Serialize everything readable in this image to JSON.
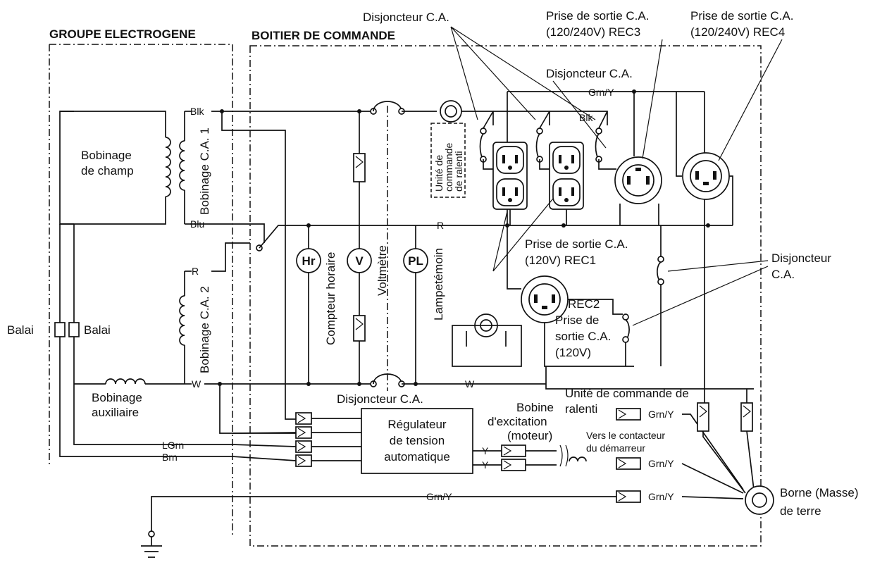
{
  "sections": {
    "generator": "GROUPE ELECTROGENE",
    "control_box": "BOITIER DE COMMANDE"
  },
  "components": {
    "field_winding_line1": "Bobinage",
    "field_winding_line2": "de champ",
    "ac_winding_1": "Bobinage C.A. 1",
    "ac_winding_2": "Bobinage C.A. 2",
    "aux_winding_line1": "Bobinage",
    "aux_winding_line2": "auxiliaire",
    "brush_left": "Balai",
    "brush_right": "Balai",
    "hour_meter_symbol": "Hr",
    "hour_meter_label": "Compteur horaire",
    "voltmeter_symbol": "V",
    "voltmeter_label": "Voltmètre",
    "pilot_lamp_symbol": "PL",
    "pilot_lamp_label": "Lampetémoin",
    "idle_unit_line1": "Unité de",
    "idle_unit_line2": "commande",
    "idle_unit_line3": "de ralenti",
    "regulator_line1": "Régulateur",
    "regulator_line2": "de tension",
    "regulator_line3": "automatique",
    "excitation_line1": "Bobine",
    "excitation_line2": "d'excitation",
    "excitation_line3": "(moteur)",
    "idle_unit_bottom_line1": "Unité de commande de",
    "idle_unit_bottom_line2": "ralenti",
    "starter_line1": "Vers le contacteur",
    "starter_line2": "du démarreur",
    "ground_line1": "Borne (Masse)",
    "ground_line2": "de terre"
  },
  "breakers": {
    "top_line1": "Disjoncteur C.A.",
    "mid": "Disjoncteur C.A.",
    "bottom": "Disjoncteur C.A.",
    "right_line1": "Disjoncteur",
    "right_line2": "C.A."
  },
  "outlets": {
    "rec3_line1": "Prise de sortie C.A.",
    "rec3_line2": "(120/240V) REC3",
    "rec4_line1": "Prise de sortie C.A.",
    "rec4_line2": "(120/240V) REC4",
    "rec1_line1": "Prise de sortie C.A.",
    "rec1_line2": "(120V) REC1",
    "rec2_line1": "REC2",
    "rec2_line2": "Prise de",
    "rec2_line3": "sortie C.A.",
    "rec2_line4": "(120V)"
  },
  "wires": {
    "blk_left": "Blk",
    "blu": "Blu",
    "r_left": "R",
    "w_left": "W",
    "grn_y_top": "Grn/Y",
    "blk_right": "Blk",
    "r_mid": "R",
    "w_mid": "W",
    "lgrn": "LGrn",
    "brn": "Brn",
    "y_1": "Y",
    "y_2": "Y",
    "grn_y_bottom": "Grn/Y",
    "grn_y_conn1": "Grn/Y",
    "grn_y_conn2": "Grn/Y",
    "grn_y_conn3": "Grn/Y"
  }
}
